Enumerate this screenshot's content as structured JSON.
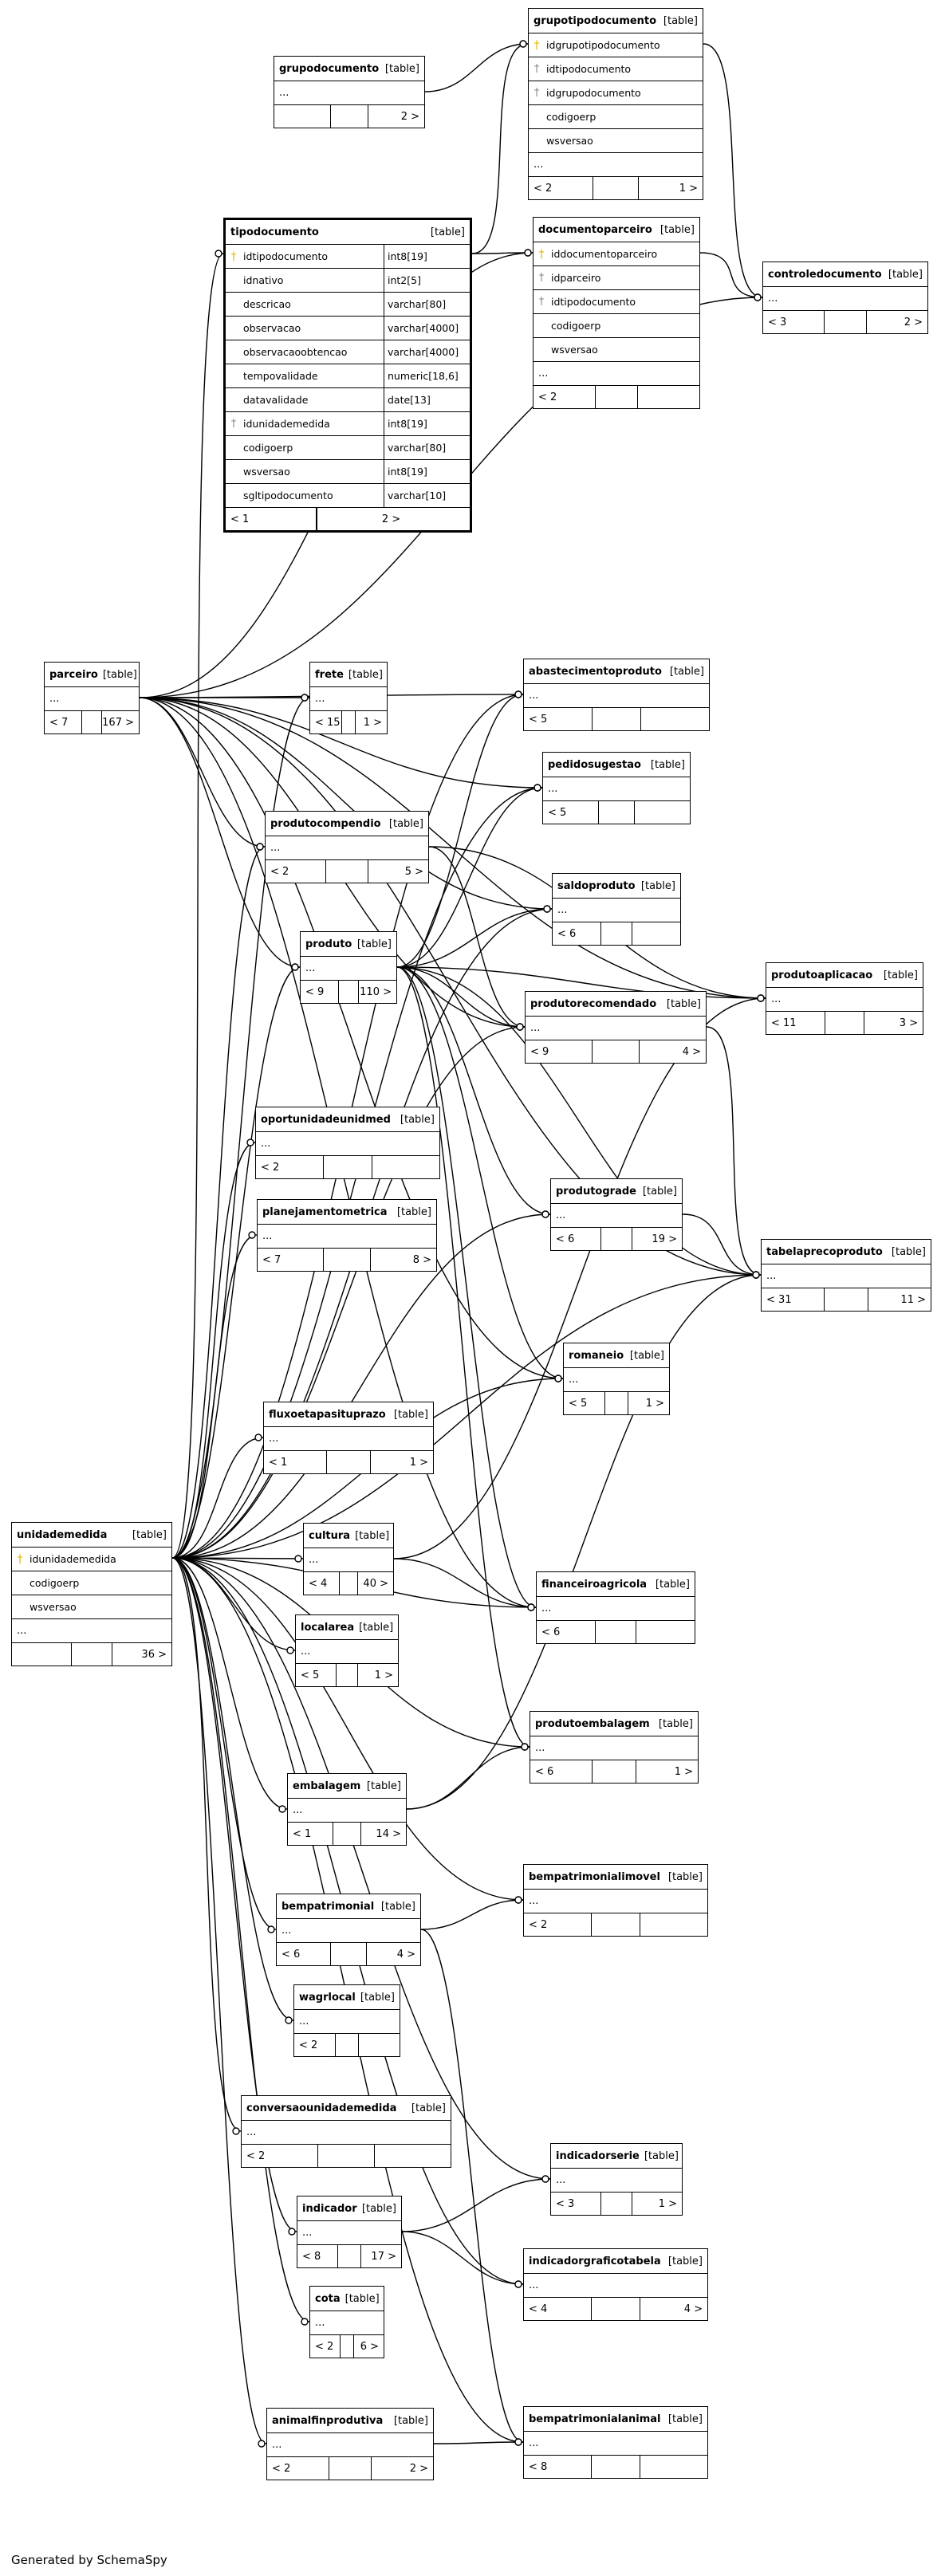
{
  "footer": "Generated by SchemaSpy",
  "tables": [
    {
      "id": "grupodocumento",
      "name": "grupodocumento",
      "type": "[table]",
      "dots": "...",
      "left": "",
      "right": "2 >",
      "columns": []
    },
    {
      "id": "grupotipodocumento",
      "name": "grupotipodocumento",
      "type": "[table]",
      "dots": "...",
      "left": "< 2",
      "right": "1 >",
      "columns": [
        {
          "icon": "pk",
          "name": "idgrupotipodocumento"
        },
        {
          "icon": "fk",
          "name": "idtipodocumento"
        },
        {
          "icon": "fk",
          "name": "idgrupodocumento"
        },
        {
          "icon": "",
          "name": "codigoerp"
        },
        {
          "icon": "",
          "name": "wsversao"
        }
      ]
    },
    {
      "id": "documentoparceiro",
      "name": "documentoparceiro",
      "type": "[table]",
      "dots": "...",
      "left": "< 2",
      "right": "",
      "columns": [
        {
          "icon": "pk",
          "name": "iddocumentoparceiro"
        },
        {
          "icon": "fk",
          "name": "idparceiro"
        },
        {
          "icon": "fk",
          "name": "idtipodocumento"
        },
        {
          "icon": "",
          "name": "codigoerp"
        },
        {
          "icon": "",
          "name": "wsversao"
        }
      ]
    },
    {
      "id": "controledocumento",
      "name": "controledocumento",
      "type": "[table]",
      "dots": "...",
      "left": "< 3",
      "right": "2 >",
      "columns": []
    },
    {
      "id": "tipodocumento",
      "name": "tipodocumento",
      "type": "[table]",
      "dots": "",
      "left": "< 1",
      "right": "2 >",
      "main": true,
      "columns": [
        {
          "icon": "pk",
          "name": "idtipodocumento",
          "ctype": "int8[19]"
        },
        {
          "icon": "",
          "name": "idnativo",
          "ctype": "int2[5]"
        },
        {
          "icon": "",
          "name": "descricao",
          "ctype": "varchar[80]"
        },
        {
          "icon": "",
          "name": "observacao",
          "ctype": "varchar[4000]"
        },
        {
          "icon": "",
          "name": "observacaoobtencao",
          "ctype": "varchar[4000]"
        },
        {
          "icon": "",
          "name": "tempovalidade",
          "ctype": "numeric[18,6]"
        },
        {
          "icon": "",
          "name": "datavalidade",
          "ctype": "date[13]"
        },
        {
          "icon": "fk",
          "name": "idunidademedida",
          "ctype": "int8[19]"
        },
        {
          "icon": "",
          "name": "codigoerp",
          "ctype": "varchar[80]"
        },
        {
          "icon": "",
          "name": "wsversao",
          "ctype": "int8[19]"
        },
        {
          "icon": "",
          "name": "sgltipodocumento",
          "ctype": "varchar[10]"
        }
      ]
    },
    {
      "id": "parceiro",
      "name": "parceiro",
      "type": "[table]",
      "dots": "...",
      "left": "< 7",
      "right": "167 >",
      "columns": []
    },
    {
      "id": "frete",
      "name": "frete",
      "type": "[table]",
      "dots": "...",
      "left": "< 15",
      "right": "1 >",
      "columns": []
    },
    {
      "id": "abastecimentoproduto",
      "name": "abastecimentoproduto",
      "type": "[table]",
      "dots": "...",
      "left": "< 5",
      "right": "",
      "columns": []
    },
    {
      "id": "pedidosugestao",
      "name": "pedidosugestao",
      "type": "[table]",
      "dots": "...",
      "left": "< 5",
      "right": "",
      "columns": []
    },
    {
      "id": "produtocompendio",
      "name": "produtocompendio",
      "type": "[table]",
      "dots": "...",
      "left": "< 2",
      "right": "5 >",
      "columns": []
    },
    {
      "id": "saldoproduto",
      "name": "saldoproduto",
      "type": "[table]",
      "dots": "...",
      "left": "< 6",
      "right": "",
      "columns": []
    },
    {
      "id": "produto",
      "name": "produto",
      "type": "[table]",
      "dots": "...",
      "left": "< 9",
      "right": "110 >",
      "columns": []
    },
    {
      "id": "produtoaplicacao",
      "name": "produtoaplicacao",
      "type": "[table]",
      "dots": "...",
      "left": "< 11",
      "right": "3 >",
      "columns": []
    },
    {
      "id": "produtorecomendado",
      "name": "produtorecomendado",
      "type": "[table]",
      "dots": "...",
      "left": "< 9",
      "right": "4 >",
      "columns": []
    },
    {
      "id": "oportunidadeunidmed",
      "name": "oportunidadeunidmed",
      "type": "[table]",
      "dots": "...",
      "left": "< 2",
      "right": "",
      "columns": []
    },
    {
      "id": "planejamentometrica",
      "name": "planejamentometrica",
      "type": "[table]",
      "dots": "...",
      "left": "< 7",
      "right": "8 >",
      "columns": []
    },
    {
      "id": "produtograde",
      "name": "produtograde",
      "type": "[table]",
      "dots": "...",
      "left": "< 6",
      "right": "19 >",
      "columns": []
    },
    {
      "id": "tabelaprecoproduto",
      "name": "tabelaprecoproduto",
      "type": "[table]",
      "dots": "...",
      "left": "< 31",
      "right": "11 >",
      "columns": []
    },
    {
      "id": "romaneio",
      "name": "romaneio",
      "type": "[table]",
      "dots": "...",
      "left": "< 5",
      "right": "1 >",
      "columns": []
    },
    {
      "id": "fluxoetapasituprazo",
      "name": "fluxoetapasituprazo",
      "type": "[table]",
      "dots": "...",
      "left": "< 1",
      "right": "1 >",
      "columns": []
    },
    {
      "id": "unidademedida",
      "name": "unidademedida",
      "type": "[table]",
      "dots": "...",
      "left": "",
      "right": "36 >",
      "columns": [
        {
          "icon": "pk",
          "name": "idunidademedida"
        },
        {
          "icon": "",
          "name": "codigoerp"
        },
        {
          "icon": "",
          "name": "wsversao"
        }
      ]
    },
    {
      "id": "cultura",
      "name": "cultura",
      "type": "[table]",
      "dots": "...",
      "left": "< 4",
      "right": "40 >",
      "columns": []
    },
    {
      "id": "financeiroagricola",
      "name": "financeiroagricola",
      "type": "[table]",
      "dots": "...",
      "left": "< 6",
      "right": "",
      "columns": []
    },
    {
      "id": "localarea",
      "name": "localarea",
      "type": "[table]",
      "dots": "...",
      "left": "< 5",
      "right": "1 >",
      "columns": []
    },
    {
      "id": "produtoembalagem",
      "name": "produtoembalagem",
      "type": "[table]",
      "dots": "...",
      "left": "< 6",
      "right": "1 >",
      "columns": []
    },
    {
      "id": "embalagem",
      "name": "embalagem",
      "type": "[table]",
      "dots": "...",
      "left": "< 1",
      "right": "14 >",
      "columns": []
    },
    {
      "id": "bempatrimonialimovel",
      "name": "bempatrimonialimovel",
      "type": "[table]",
      "dots": "...",
      "left": "< 2",
      "right": "",
      "columns": []
    },
    {
      "id": "bempatrimonial",
      "name": "bempatrimonial",
      "type": "[table]",
      "dots": "...",
      "left": "< 6",
      "right": "4 >",
      "columns": []
    },
    {
      "id": "wagrlocal",
      "name": "wagrlocal",
      "type": "[table]",
      "dots": "...",
      "left": "< 2",
      "right": "",
      "columns": []
    },
    {
      "id": "conversaounidademedida",
      "name": "conversaounidademedida",
      "type": "[table]",
      "dots": "...",
      "left": "< 2",
      "right": "",
      "columns": []
    },
    {
      "id": "indicadorserie",
      "name": "indicadorserie",
      "type": "[table]",
      "dots": "...",
      "left": "< 3",
      "right": "1 >",
      "columns": []
    },
    {
      "id": "indicador",
      "name": "indicador",
      "type": "[table]",
      "dots": "...",
      "left": "< 8",
      "right": "17 >",
      "columns": []
    },
    {
      "id": "indicadorgraficotabela",
      "name": "indicadorgraficotabela",
      "type": "[table]",
      "dots": "...",
      "left": "< 4",
      "right": "4 >",
      "columns": []
    },
    {
      "id": "cota",
      "name": "cota",
      "type": "[table]",
      "dots": "...",
      "left": "< 2",
      "right": "6 >",
      "columns": []
    },
    {
      "id": "animalfinprodutiva",
      "name": "animalfinprodutiva",
      "type": "[table]",
      "dots": "...",
      "left": "< 2",
      "right": "2 >",
      "columns": []
    },
    {
      "id": "bempatrimonialanimal",
      "name": "bempatrimonialanimal",
      "type": "[table]",
      "dots": "...",
      "left": "< 8",
      "right": "",
      "columns": []
    }
  ],
  "relations": [
    {
      "from": "grupodocumento",
      "to": "grupotipodocumento"
    },
    {
      "from": "tipodocumento",
      "to": "grupotipodocumento"
    },
    {
      "from": "tipodocumento",
      "to": "documentoparceiro"
    },
    {
      "from": "parceiro",
      "to": "documentoparceiro"
    },
    {
      "from": "grupotipodocumento",
      "to": "controledocumento"
    },
    {
      "from": "documentoparceiro",
      "to": "controledocumento"
    },
    {
      "from": "unidademedida",
      "to": "tipodocumento"
    },
    {
      "from": "parceiro",
      "to": "controledocumento"
    },
    {
      "from": "parceiro",
      "to": "frete"
    },
    {
      "from": "parceiro",
      "to": "abastecimentoproduto"
    },
    {
      "from": "parceiro",
      "to": "pedidosugestao"
    },
    {
      "from": "parceiro",
      "to": "produtocompendio"
    },
    {
      "from": "parceiro",
      "to": "saldoproduto"
    },
    {
      "from": "parceiro",
      "to": "produto"
    },
    {
      "from": "parceiro",
      "to": "produtoaplicacao"
    },
    {
      "from": "parceiro",
      "to": "produtorecomendado"
    },
    {
      "from": "parceiro",
      "to": "romaneio"
    },
    {
      "from": "parceiro",
      "to": "financeiroagricola"
    },
    {
      "from": "parceiro",
      "to": "tabelaprecoproduto"
    },
    {
      "from": "produto",
      "to": "abastecimentoproduto"
    },
    {
      "from": "produto",
      "to": "pedidosugestao"
    },
    {
      "from": "produto",
      "to": "saldoproduto"
    },
    {
      "from": "produto",
      "to": "produtoaplicacao"
    },
    {
      "from": "produto",
      "to": "produtorecomendado"
    },
    {
      "from": "produto",
      "to": "produtograde"
    },
    {
      "from": "produto",
      "to": "tabelaprecoproduto"
    },
    {
      "from": "produto",
      "to": "romaneio"
    },
    {
      "from": "produto",
      "to": "financeiroagricola"
    },
    {
      "from": "produto",
      "to": "produtoembalagem"
    },
    {
      "from": "produtocompendio",
      "to": "produtoaplicacao"
    },
    {
      "from": "produtocompendio",
      "to": "produtorecomendado"
    },
    {
      "from": "produtorecomendado",
      "to": "tabelaprecoproduto"
    },
    {
      "from": "produtograde",
      "to": "tabelaprecoproduto"
    },
    {
      "from": "cultura",
      "to": "produtoaplicacao"
    },
    {
      "from": "cultura",
      "to": "financeiroagricola"
    },
    {
      "from": "embalagem",
      "to": "tabelaprecoproduto"
    },
    {
      "from": "embalagem",
      "to": "produtoembalagem"
    },
    {
      "from": "bempatrimonial",
      "to": "bempatrimonialimovel"
    },
    {
      "from": "bempatrimonial",
      "to": "bempatrimonialanimal"
    },
    {
      "from": "indicador",
      "to": "indicadorserie"
    },
    {
      "from": "indicador",
      "to": "indicadorgraficotabela"
    },
    {
      "from": "animalfinprodutiva",
      "to": "bempatrimonialanimal"
    },
    {
      "from": "unidademedida",
      "to": "frete"
    },
    {
      "from": "unidademedida",
      "to": "abastecimentoproduto"
    },
    {
      "from": "unidademedida",
      "to": "pedidosugestao"
    },
    {
      "from": "unidademedida",
      "to": "produtocompendio"
    },
    {
      "from": "unidademedida",
      "to": "saldoproduto"
    },
    {
      "from": "unidademedida",
      "to": "produto"
    },
    {
      "from": "unidademedida",
      "to": "produtorecomendado"
    },
    {
      "from": "unidademedida",
      "to": "oportunidadeunidmed"
    },
    {
      "from": "unidademedida",
      "to": "planejamentometrica"
    },
    {
      "from": "unidademedida",
      "to": "produtograde"
    },
    {
      "from": "unidademedida",
      "to": "tabelaprecoproduto"
    },
    {
      "from": "unidademedida",
      "to": "romaneio"
    },
    {
      "from": "unidademedida",
      "to": "fluxoetapasituprazo"
    },
    {
      "from": "unidademedida",
      "to": "cultura"
    },
    {
      "from": "unidademedida",
      "to": "financeiroagricola"
    },
    {
      "from": "unidademedida",
      "to": "localarea"
    },
    {
      "from": "unidademedida",
      "to": "produtoembalagem"
    },
    {
      "from": "unidademedida",
      "to": "embalagem"
    },
    {
      "from": "unidademedida",
      "to": "bempatrimonialimovel"
    },
    {
      "from": "unidademedida",
      "to": "bempatrimonial"
    },
    {
      "from": "unidademedida",
      "to": "wagrlocal"
    },
    {
      "from": "unidademedida",
      "to": "conversaounidademedida"
    },
    {
      "from": "unidademedida",
      "to": "indicadorserie"
    },
    {
      "from": "unidademedida",
      "to": "indicador"
    },
    {
      "from": "unidademedida",
      "to": "indicadorgraficotabela"
    },
    {
      "from": "unidademedida",
      "to": "cota"
    },
    {
      "from": "unidademedida",
      "to": "animalfinprodutiva"
    },
    {
      "from": "unidademedida",
      "to": "bempatrimonialanimal"
    }
  ]
}
